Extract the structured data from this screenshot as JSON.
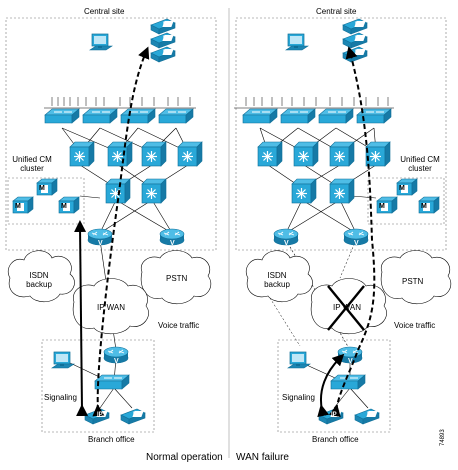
{
  "left": {
    "central_site": "Central site",
    "cluster_label": "Unified CM cluster",
    "isdn": "ISDN backup",
    "pstn": "PSTN",
    "ipwan": "IP WAN",
    "voice_traffic": "Voice traffic",
    "signaling": "Signaling",
    "branch_office": "Branch office",
    "caption": "Normal operation"
  },
  "right": {
    "central_site": "Central site",
    "cluster_label": "Unified CM cluster",
    "isdn": "ISDN backup",
    "pstn": "PSTN",
    "ipwan": "IP WAN",
    "voice_traffic": "Voice traffic",
    "signaling": "Signaling",
    "branch_office": "Branch office",
    "caption": "WAN failure"
  },
  "device_text": {
    "ip": "IP",
    "m": "M",
    "v": "V"
  },
  "figure_id": "74893",
  "colors": {
    "device": "#29a8d8",
    "device_dark": "#0f6f98",
    "line": "#000000"
  }
}
